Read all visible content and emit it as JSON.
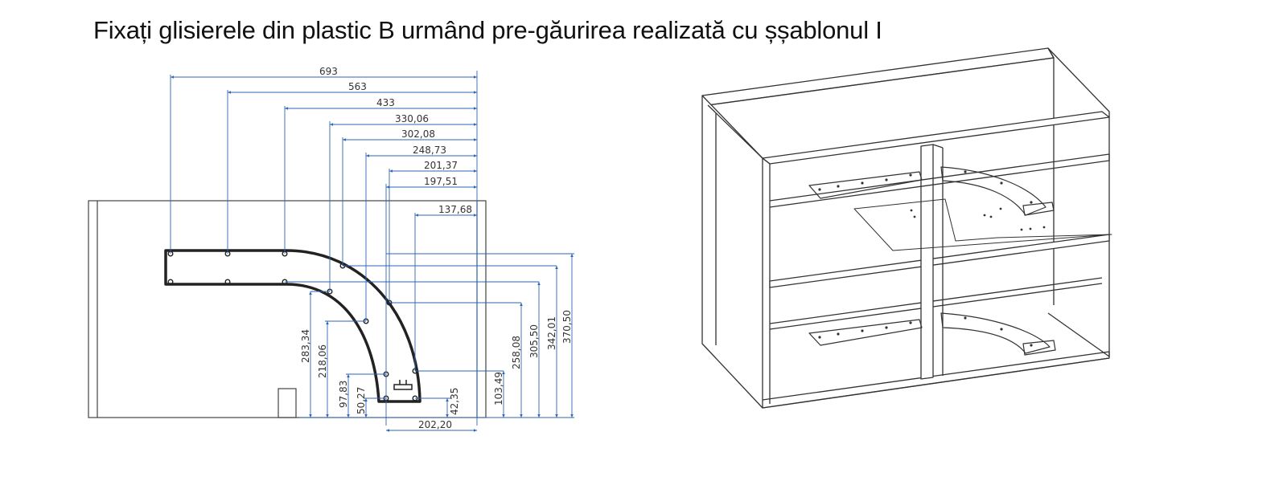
{
  "title": "Fixați glisierele din plastic B urmând pre-găurirea realizată cu șșablonul I",
  "colors": {
    "dimension": "#2f66b3",
    "outline": "#333333",
    "rail": "#222222",
    "text": "#333333"
  },
  "dimensions": {
    "horizontal_top": [
      "693",
      "563",
      "433",
      "330,06",
      "302,08",
      "248,73",
      "201,37",
      "197,51",
      "137,68"
    ],
    "horizontal_bottom": "202,20",
    "vertical_left": [
      "283,34",
      "218,06",
      "97,83",
      "50,27"
    ],
    "vertical_small": "42,35",
    "vertical_right": [
      "103,49",
      "258,08",
      "305,50",
      "342,01",
      "370,50"
    ]
  }
}
